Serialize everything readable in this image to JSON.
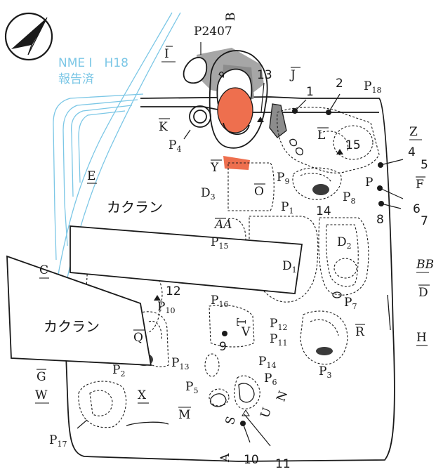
{
  "legend_text": {
    "line1": "NME I　H18",
    "line2": "報告済"
  },
  "compass": {
    "icon": "north-arrow-icon"
  },
  "colors": {
    "stroke": "#1a1a1a",
    "blue": "#7cc7e6",
    "gray": "#a6a6a6",
    "orange": "#ee6f4e"
  },
  "zone_labels": {
    "B": "B",
    "I": "I",
    "J": "J",
    "K": "K",
    "L": "L",
    "Z": "Z",
    "F": "F",
    "E": "E",
    "Y": "Y",
    "O": "O",
    "AA": "AA",
    "BB": "BB",
    "D": "D",
    "C": "C",
    "R": "R",
    "H": "H",
    "T": "T",
    "V": "V",
    "Q": "Q",
    "G": "G",
    "W": "W",
    "X": "X",
    "M": "M",
    "N": "N",
    "S": "S",
    "U": "U",
    "A": "A"
  },
  "pit_labels": {
    "P2407": "P2407",
    "P18": {
      "p": "P",
      "n": "18"
    },
    "P4": {
      "p": "P",
      "n": "4"
    },
    "P9": {
      "p": "P",
      "n": "9"
    },
    "P8": {
      "p": "P",
      "n": "8"
    },
    "P1": {
      "p": "P",
      "n": "1"
    },
    "P15": {
      "p": "P",
      "n": "15"
    },
    "P7": {
      "p": "P",
      "n": "7"
    },
    "P10": {
      "p": "P",
      "n": "10"
    },
    "P16": {
      "p": "P",
      "n": "16"
    },
    "P12": {
      "p": "P",
      "n": "12"
    },
    "P11": {
      "p": "P",
      "n": "11"
    },
    "P2": {
      "p": "P",
      "n": "2"
    },
    "P13": {
      "p": "P",
      "n": "13"
    },
    "P14": {
      "p": "P",
      "n": "14"
    },
    "P3": {
      "p": "P",
      "n": "3"
    },
    "P6": {
      "p": "P",
      "n": "6"
    },
    "P5": {
      "p": "P",
      "n": "5"
    },
    "P17": {
      "p": "P",
      "n": "17"
    },
    "D3": {
      "p": "D",
      "n": "3"
    },
    "D2": {
      "p": "D",
      "n": "2"
    },
    "D1": {
      "p": "D",
      "n": "1"
    },
    "P": "P"
  },
  "point_numbers": [
    "1",
    "2",
    "4",
    "5",
    "6",
    "7",
    "8",
    "9",
    "10",
    "11",
    "12",
    "13",
    "14",
    "15"
  ],
  "kakuran": [
    "カクラン",
    "カクラン"
  ]
}
